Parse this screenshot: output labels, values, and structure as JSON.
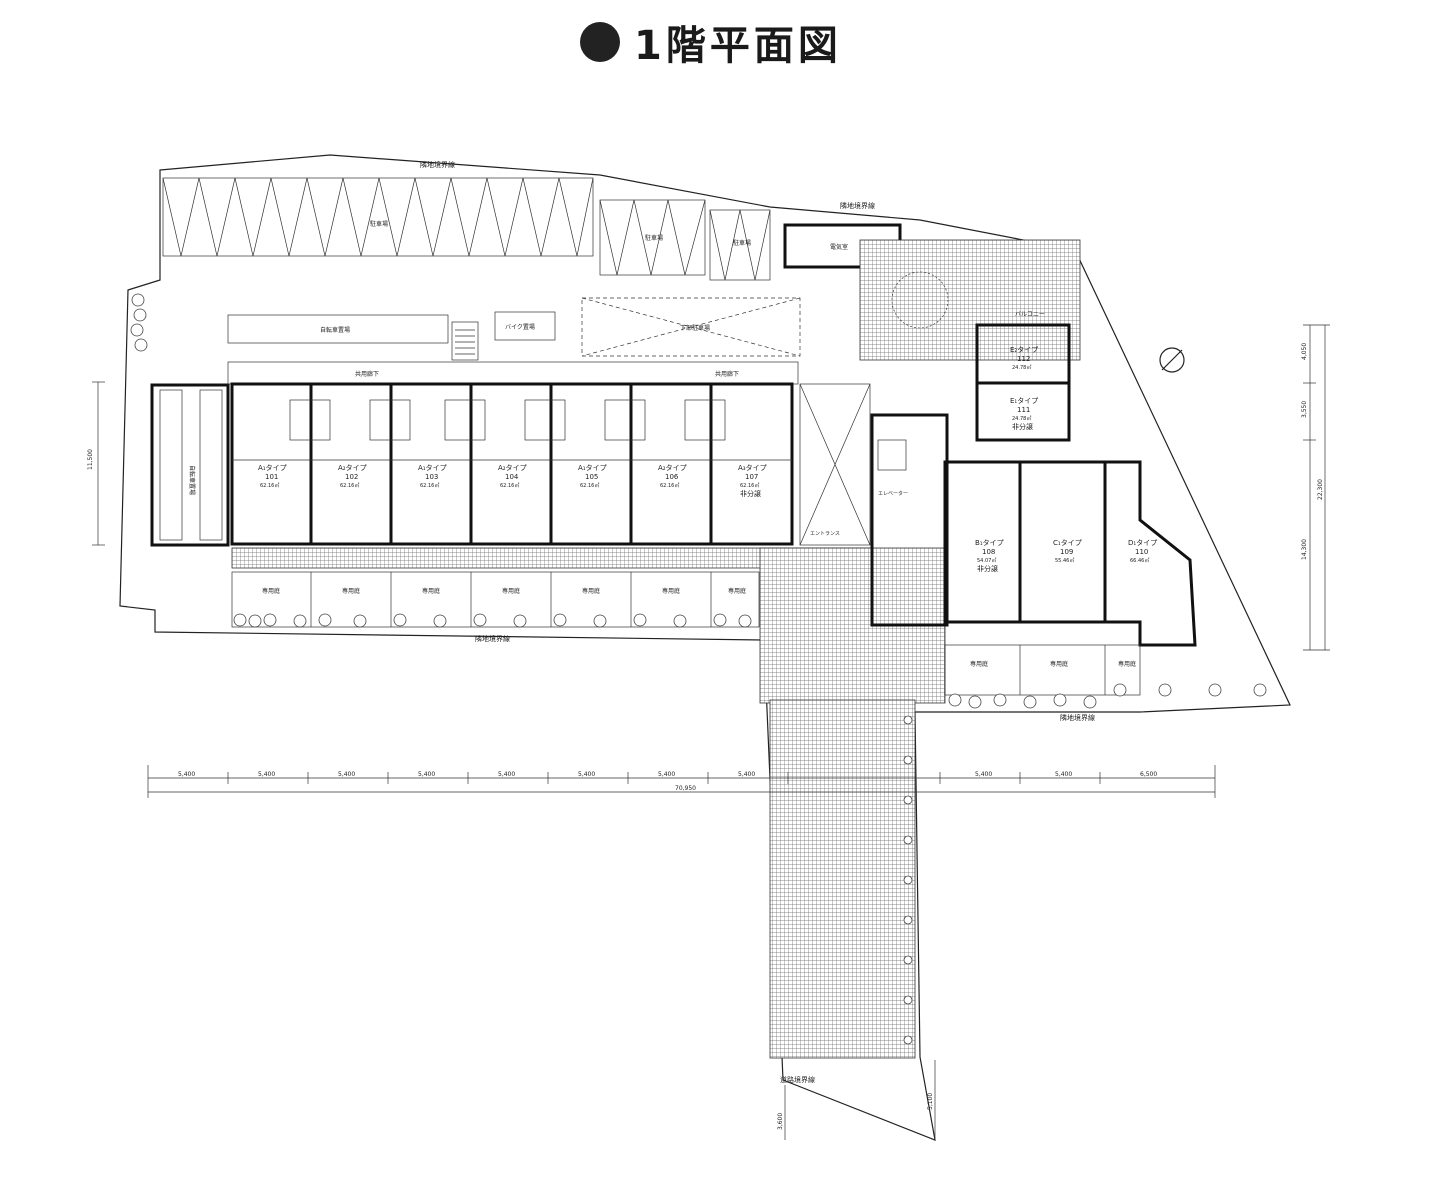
{
  "title": "1階平面図",
  "boundary_label": "隣地境界線",
  "road_boundary_label": "道路境界線",
  "parking": {
    "label1": "駐車場",
    "label2": "駐車場",
    "label3": "駐車場",
    "bicycle": "自転車置場",
    "bicycle2": "自転車置場",
    "motorbike": "バイク置場",
    "electric_room": "電気室",
    "lower_parking": "下部駐車場"
  },
  "corridor_label": "共用廊下",
  "units": [
    {
      "type": "A₁タイプ",
      "no": "101",
      "area": "62.16㎡",
      "note": ""
    },
    {
      "type": "A₂タイプ",
      "no": "102",
      "area": "62.16㎡",
      "note": ""
    },
    {
      "type": "A₁タイプ",
      "no": "103",
      "area": "62.16㎡",
      "note": ""
    },
    {
      "type": "A₂タイプ",
      "no": "104",
      "area": "62.16㎡",
      "note": ""
    },
    {
      "type": "A₁タイプ",
      "no": "105",
      "area": "62.16㎡",
      "note": ""
    },
    {
      "type": "A₂タイプ",
      "no": "106",
      "area": "62.16㎡",
      "note": ""
    },
    {
      "type": "A₃タイプ",
      "no": "107",
      "area": "62.16㎡",
      "note": "非分譲"
    }
  ],
  "east_units": [
    {
      "type": "B₁タイプ",
      "no": "108",
      "area": "54.07㎡",
      "note": "非分譲"
    },
    {
      "type": "C₁タイプ",
      "no": "109",
      "area": "55.46㎡",
      "note": ""
    },
    {
      "type": "D₁タイプ",
      "no": "110",
      "area": "66.46㎡",
      "note": ""
    }
  ],
  "upper_units": [
    {
      "type": "E₂タイプ",
      "no": "112",
      "area": "24.78㎡",
      "note": ""
    },
    {
      "type": "E₁タイプ",
      "no": "111",
      "area": "24.78㎡",
      "note": "非分譲"
    }
  ],
  "garden_label": "専用庭",
  "balcony_label": "バルコニー",
  "elevator_label": "エレベーター",
  "entrance_label": "エントランス",
  "dims_bottom": [
    "5,400",
    "5,400",
    "5,400",
    "5,400",
    "5,400",
    "5,400",
    "5,400",
    "5,400",
    "5,400",
    "5,400",
    "6,500"
  ],
  "dim_total": "70,950",
  "dim_left": "11,500",
  "dims_right": [
    "4,050",
    "3,550",
    "14,300"
  ],
  "dim_right_total": "22,300",
  "dims_road": [
    "3,600",
    "5,100"
  ]
}
